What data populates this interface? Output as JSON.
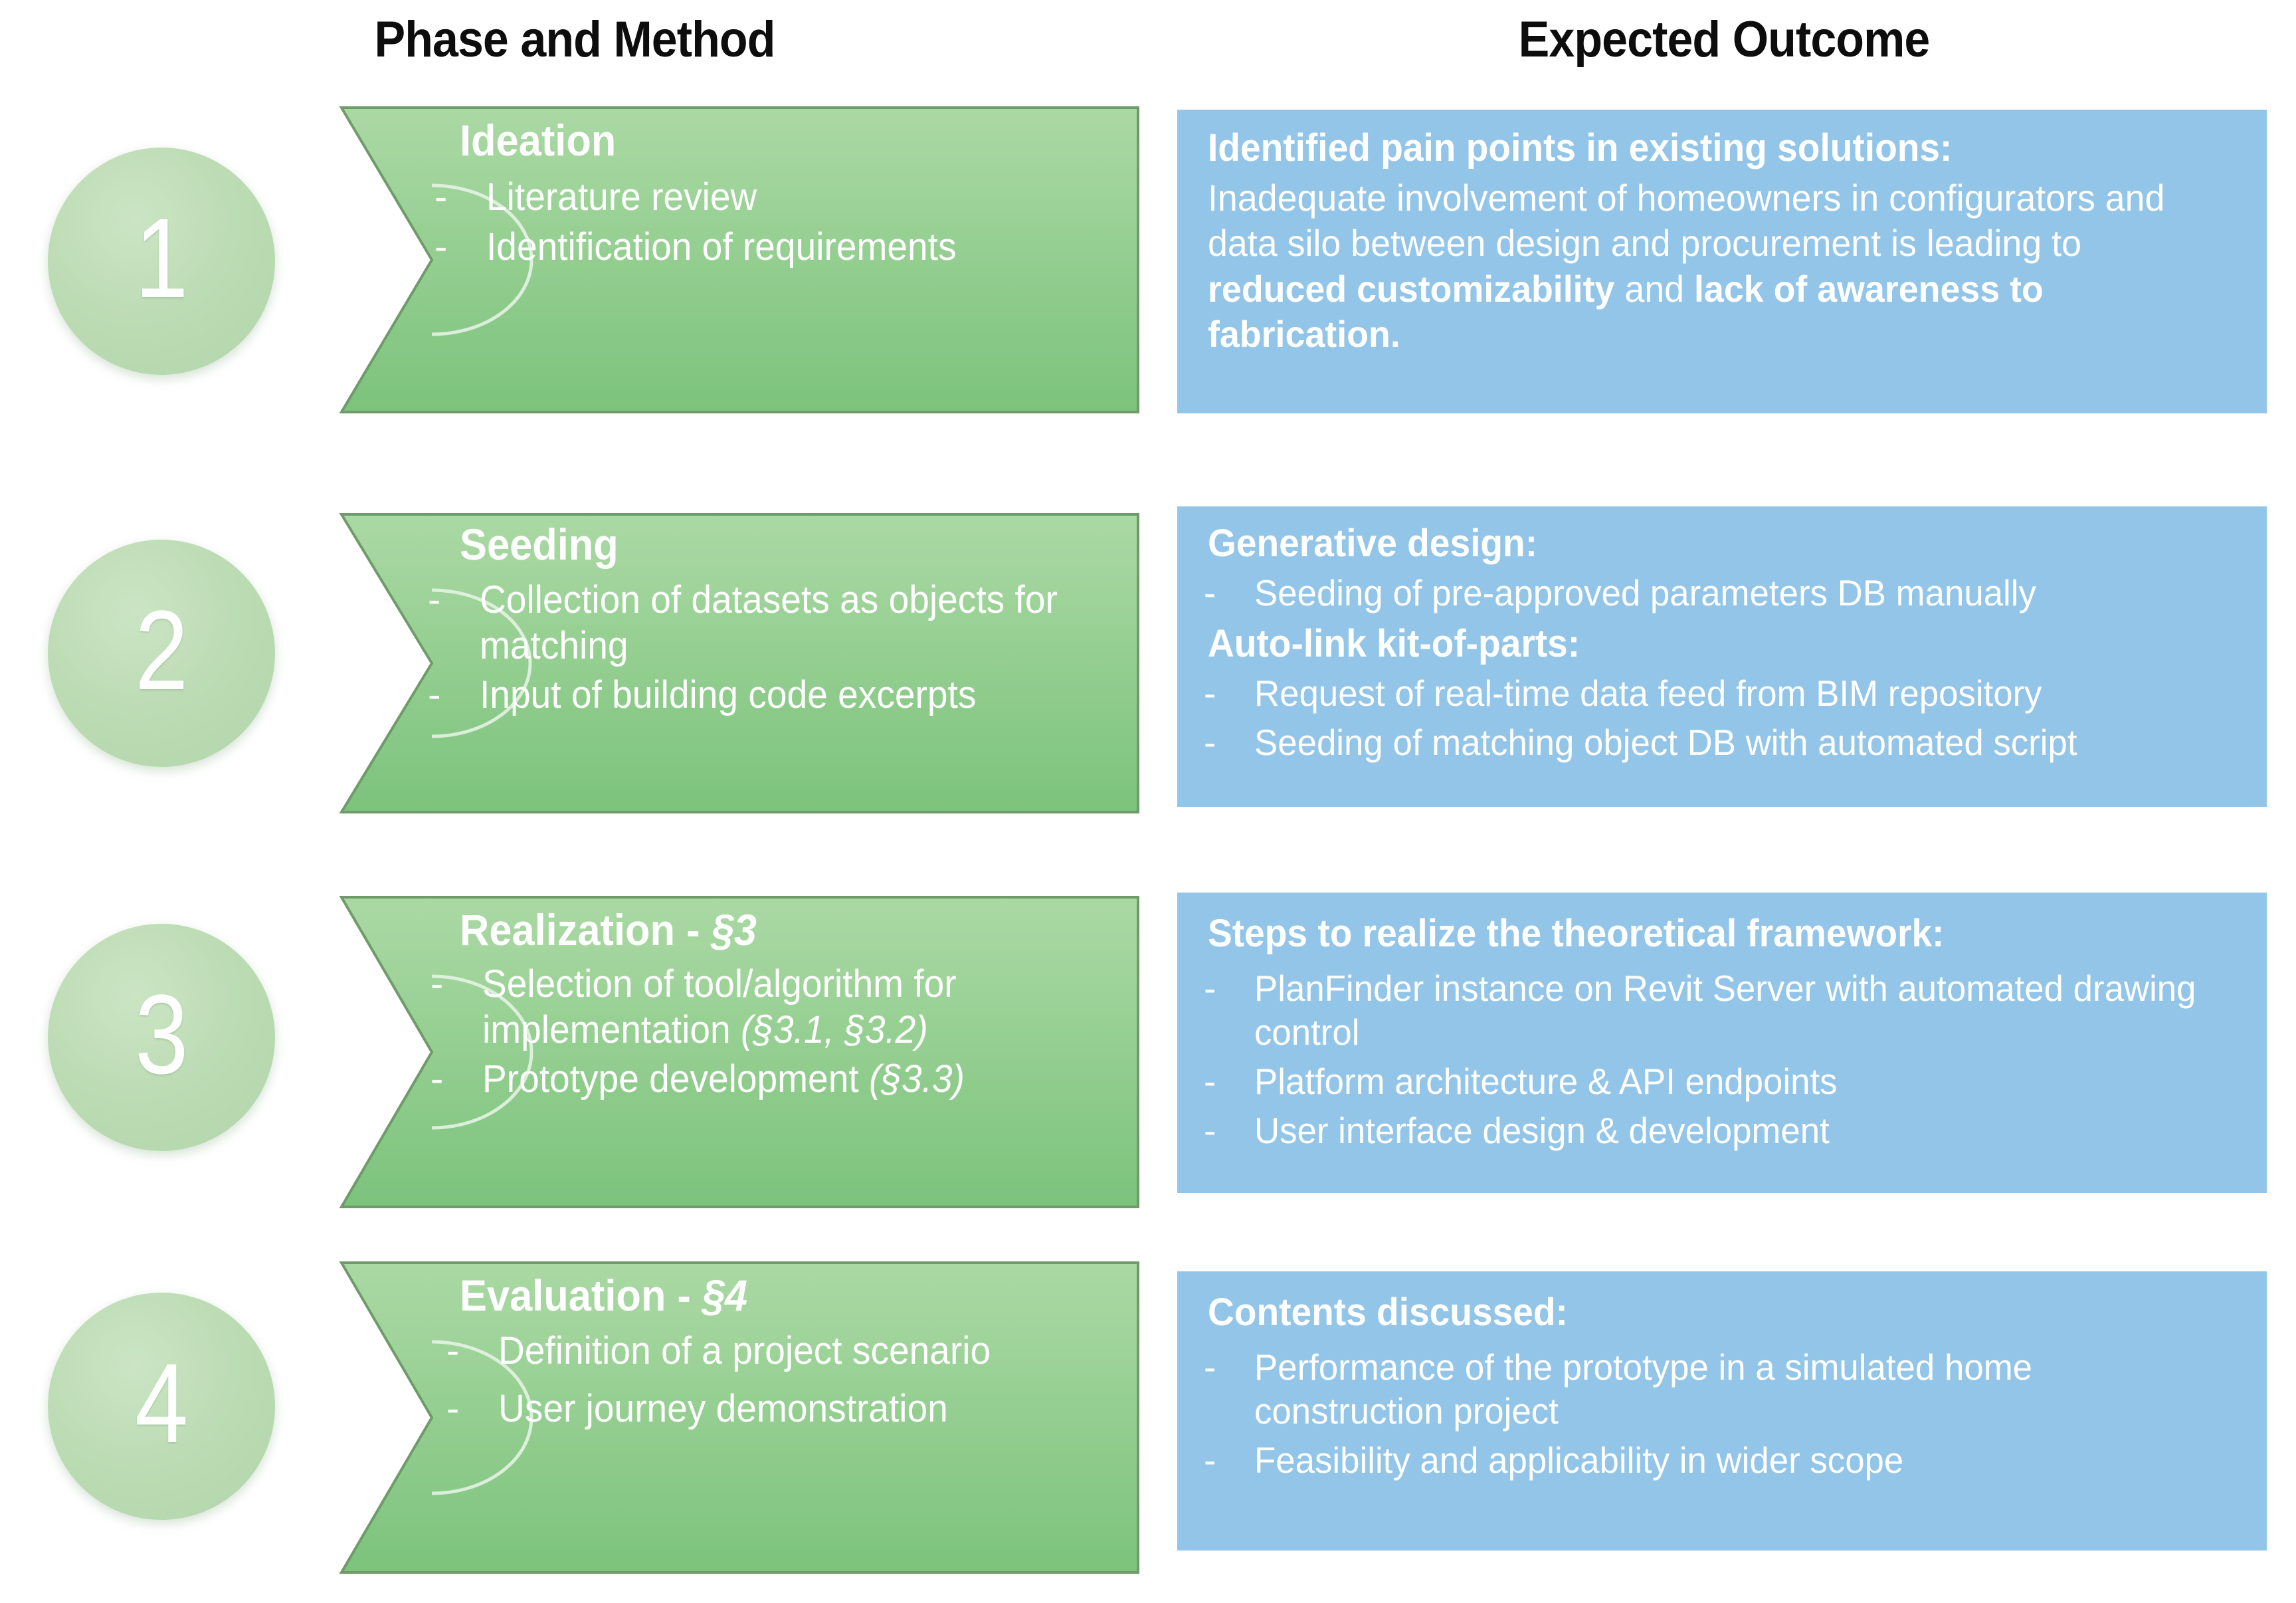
{
  "headings": {
    "left": "Phase and Method",
    "right": "Expected Outcome"
  },
  "colors": {
    "green_chevron_top": "#a9d8a2",
    "green_chevron_bottom": "#7cc37c",
    "green_chevron_border": "#6f9b6a",
    "green_circle": "#bcdcb4",
    "blue_box": "#92c5e8",
    "text_on_shape": "#ffffff",
    "heading_text": "#0d0d0d"
  },
  "rows": [
    {
      "number": "1",
      "phase": {
        "title": "Ideation",
        "title_italic_suffix": "",
        "bullets": [
          {
            "dash": "-",
            "text": "Literature review"
          },
          {
            "dash": "-",
            "text": "Identification of requirements"
          }
        ]
      },
      "outcome": {
        "heading": "Identified pain points in existing solutions:",
        "paragraph_segments": [
          {
            "text": "Inadequate involvement of homeowners in configurators and data silo between design and procurement is leading to ",
            "bold": false
          },
          {
            "text": "reduced customizability",
            "bold": true
          },
          {
            "text": " and ",
            "bold": false
          },
          {
            "text": "lack of awareness to fabrication.",
            "bold": true
          }
        ],
        "sections": []
      }
    },
    {
      "number": "2",
      "phase": {
        "title": "Seeding",
        "title_italic_suffix": "",
        "bullets": [
          {
            "dash": "-",
            "text": "Collection of datasets as objects for matching"
          },
          {
            "dash": "-",
            "text": "Input of building code excerpts"
          }
        ]
      },
      "outcome": {
        "heading": "",
        "paragraph_segments": [],
        "sections": [
          {
            "heading": "Generative design:",
            "items": [
              {
                "dash": "-",
                "text": "Seeding of pre-approved parameters DB manually"
              }
            ]
          },
          {
            "heading": "Auto-link kit-of-parts:",
            "items": [
              {
                "dash": "-",
                "text": "Request of real-time data feed from BIM repository"
              },
              {
                "dash": "-",
                "text": "Seeding of matching object DB with automated script"
              }
            ]
          }
        ]
      }
    },
    {
      "number": "3",
      "phase": {
        "title": "Realization - ",
        "title_italic_suffix": "§3",
        "bullets": [
          {
            "dash": "-",
            "text": "Selection of tool/algorithm for implementation ",
            "italic_suffix": "(§3.1, §3.2)"
          },
          {
            "dash": "-",
            "text": "Prototype development ",
            "italic_suffix": "(§3.3)"
          }
        ]
      },
      "outcome": {
        "heading": "",
        "paragraph_segments": [],
        "sections": [
          {
            "heading": "Steps to realize the theoretical framework:",
            "items": [
              {
                "dash": "-",
                "text": "PlanFinder instance on Revit Server with automated drawing control"
              },
              {
                "dash": "-",
                "text": "Platform architecture & API endpoints"
              },
              {
                "dash": "-",
                "text": "User interface design & development"
              }
            ]
          }
        ]
      }
    },
    {
      "number": "4",
      "phase": {
        "title": "Evaluation - ",
        "title_italic_suffix": "§4",
        "bullets": [
          {
            "dash": "-",
            "text": "Definition of a project scenario"
          },
          {
            "dash": "-",
            "text": "User journey demonstration"
          }
        ]
      },
      "outcome": {
        "heading": "",
        "paragraph_segments": [],
        "sections": [
          {
            "heading": "Contents discussed:",
            "items": [
              {
                "dash": "-",
                "text": "Performance of the prototype in a simulated home construction project"
              },
              {
                "dash": "-",
                "text": "Feasibility and applicability in wider scope"
              }
            ]
          }
        ]
      }
    }
  ]
}
